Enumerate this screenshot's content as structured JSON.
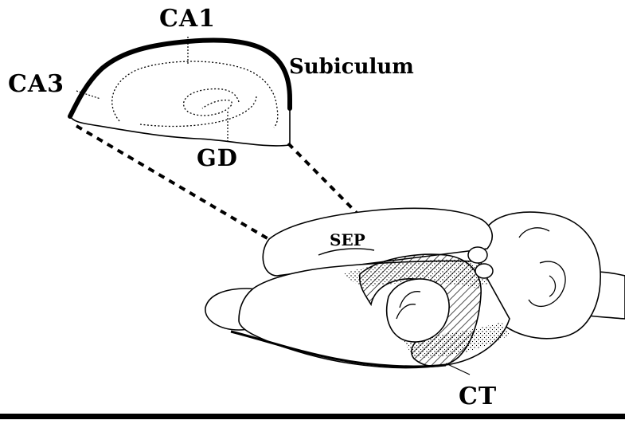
{
  "labels": {
    "ca1": "CA1",
    "ca3": "CA3",
    "subiculum": "Subiculum",
    "gd": "GD",
    "sep": "SEP",
    "ct": "CT"
  },
  "colors": {
    "background": "#ffffff",
    "ink": "#000000"
  }
}
